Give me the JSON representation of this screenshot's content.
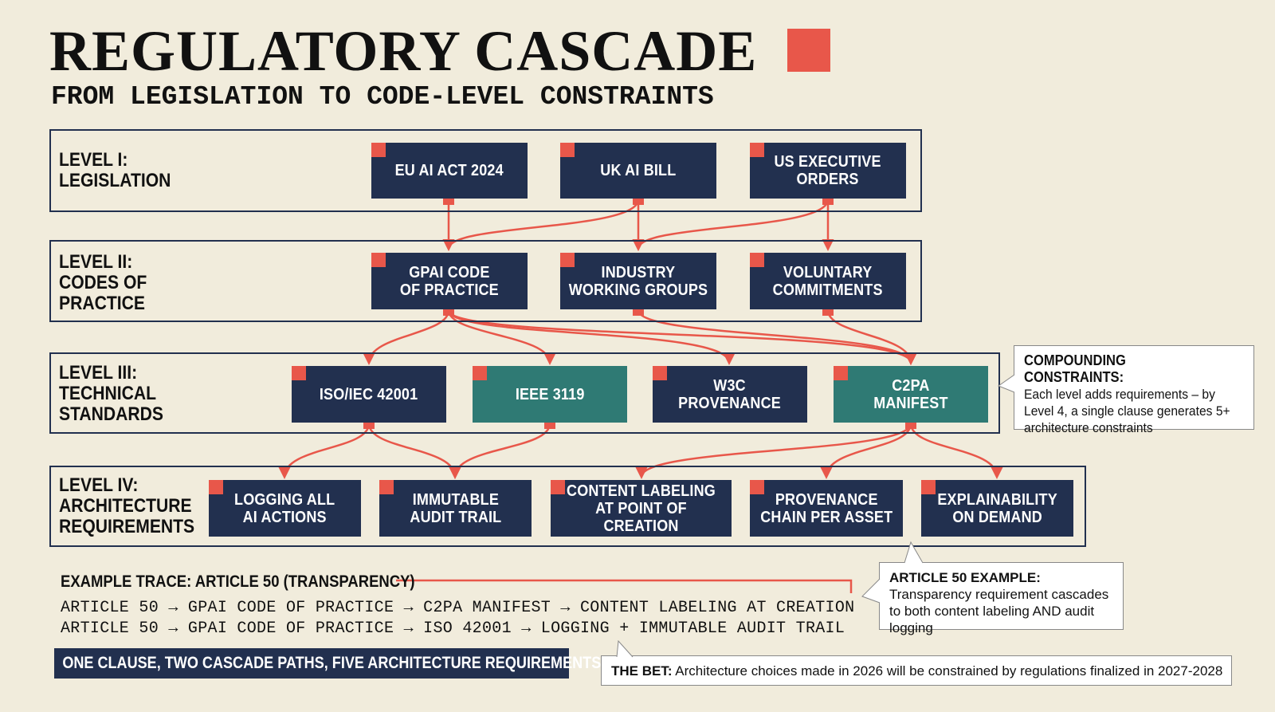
{
  "header": {
    "title": "REGULATORY CASCADE",
    "subtitle": "FROM LEGISLATION TO CODE-LEVEL CONSTRAINTS"
  },
  "colors": {
    "navy": "#22304f",
    "teal": "#2f7a74",
    "accent": "#e8574a",
    "background": "#f1ecdc"
  },
  "levels": [
    {
      "label": "LEVEL I:\nLEGISLATION"
    },
    {
      "label": "LEVEL II:\nCODES OF\nPRACTICE"
    },
    {
      "label": "LEVEL III:\nTECHNICAL\nSTANDARDS"
    },
    {
      "label": "LEVEL IV:\nARCHITECTURE\nREQUIREMENTS"
    }
  ],
  "nodes": {
    "eu_ai_act": "EU AI ACT 2024",
    "uk_ai_bill": "UK AI BILL",
    "us_exec_orders": "US EXECUTIVE\nORDERS",
    "gpai_code": "GPAI CODE\nOF PRACTICE",
    "industry_groups": "INDUSTRY\nWORKING GROUPS",
    "voluntary": "VOLUNTARY\nCOMMITMENTS",
    "iso_42001": "ISO/IEC 42001",
    "ieee_3119": "IEEE 3119",
    "w3c": "W3C\nPROVENANCE",
    "c2pa": "C2PA\nMANIFEST",
    "logging": "LOGGING ALL\nAI ACTIONS",
    "audit_trail": "IMMUTABLE\nAUDIT TRAIL",
    "content_labeling": "CONTENT LABELING\nAT POINT OF CREATION",
    "provenance_chain": "PROVENANCE\nCHAIN PER ASSET",
    "explainability": "EXPLAINABILITY\nON DEMAND"
  },
  "callouts": {
    "compounding_title": "COMPOUNDING CONSTRAINTS:",
    "compounding_body": "Each level adds requirements – by Level 4, a single clause generates 5+ architecture constraints",
    "article50_title": "ARTICLE 50 EXAMPLE:",
    "article50_body": "Transparency requirement cascades to both content labeling AND audit logging",
    "bet_title": "THE BET:",
    "bet_body": "Architecture choices made in 2026 will be constrained by regulations finalized in 2027-2028"
  },
  "trace": {
    "heading": "EXAMPLE TRACE: ARTICLE 50 (TRANSPARENCY)",
    "line1": "ARTICLE 50 → GPAI CODE OF PRACTICE → C2PA MANIFEST → CONTENT LABELING AT CREATION",
    "line2": "ARTICLE 50 → GPAI CODE OF PRACTICE → ISO 42001 → LOGGING + IMMUTABLE AUDIT TRAIL",
    "summary": "ONE CLAUSE, TWO CASCADE PATHS, FIVE ARCHITECTURE REQUIREMENTS"
  }
}
